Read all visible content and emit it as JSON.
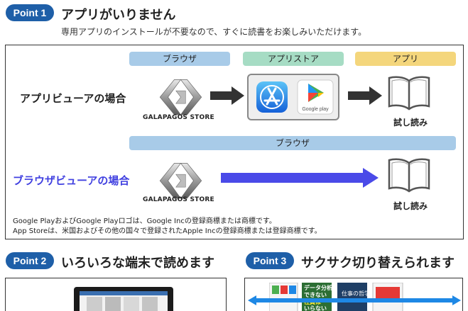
{
  "point1": {
    "badge": "Point 1",
    "title": "アプリがいりません",
    "description": "専用アプリのインストールが不要なので、すぐに読書をお楽しみいただけます。"
  },
  "diagram": {
    "headers": {
      "browser_top": "ブラウザ",
      "appstore": "アプリストア",
      "app": "アプリ",
      "browser_mid": "ブラウザ"
    },
    "row1_label": "アプリビューアの場合",
    "row2_label": "ブラウザビューアの場合",
    "store_logo_text": "GALAPAGOS STORE",
    "google_play_text": "Google play",
    "book_label": "試し読み",
    "colors": {
      "row2_label": "#4040e0",
      "blue_arrow": "#4a4ae8",
      "pill": "#1e5fa8"
    },
    "notes": [
      "Google PlayおよびGoogle Playロゴは、Google Incの登録商標または商標です。",
      "App Storeは、米国およびその他の国々で登録されたApple Incの登録商標または登録商標です。"
    ]
  },
  "point2": {
    "badge": "Point 2",
    "title": "いろいろな端末で読めます"
  },
  "point3": {
    "badge": "Point 3",
    "title": "サクサク切り替えられます"
  },
  "panel3_book_texts": [
    "データ分析",
    "できない",
    "社員は",
    "いらない",
    "仕事の哲学"
  ]
}
